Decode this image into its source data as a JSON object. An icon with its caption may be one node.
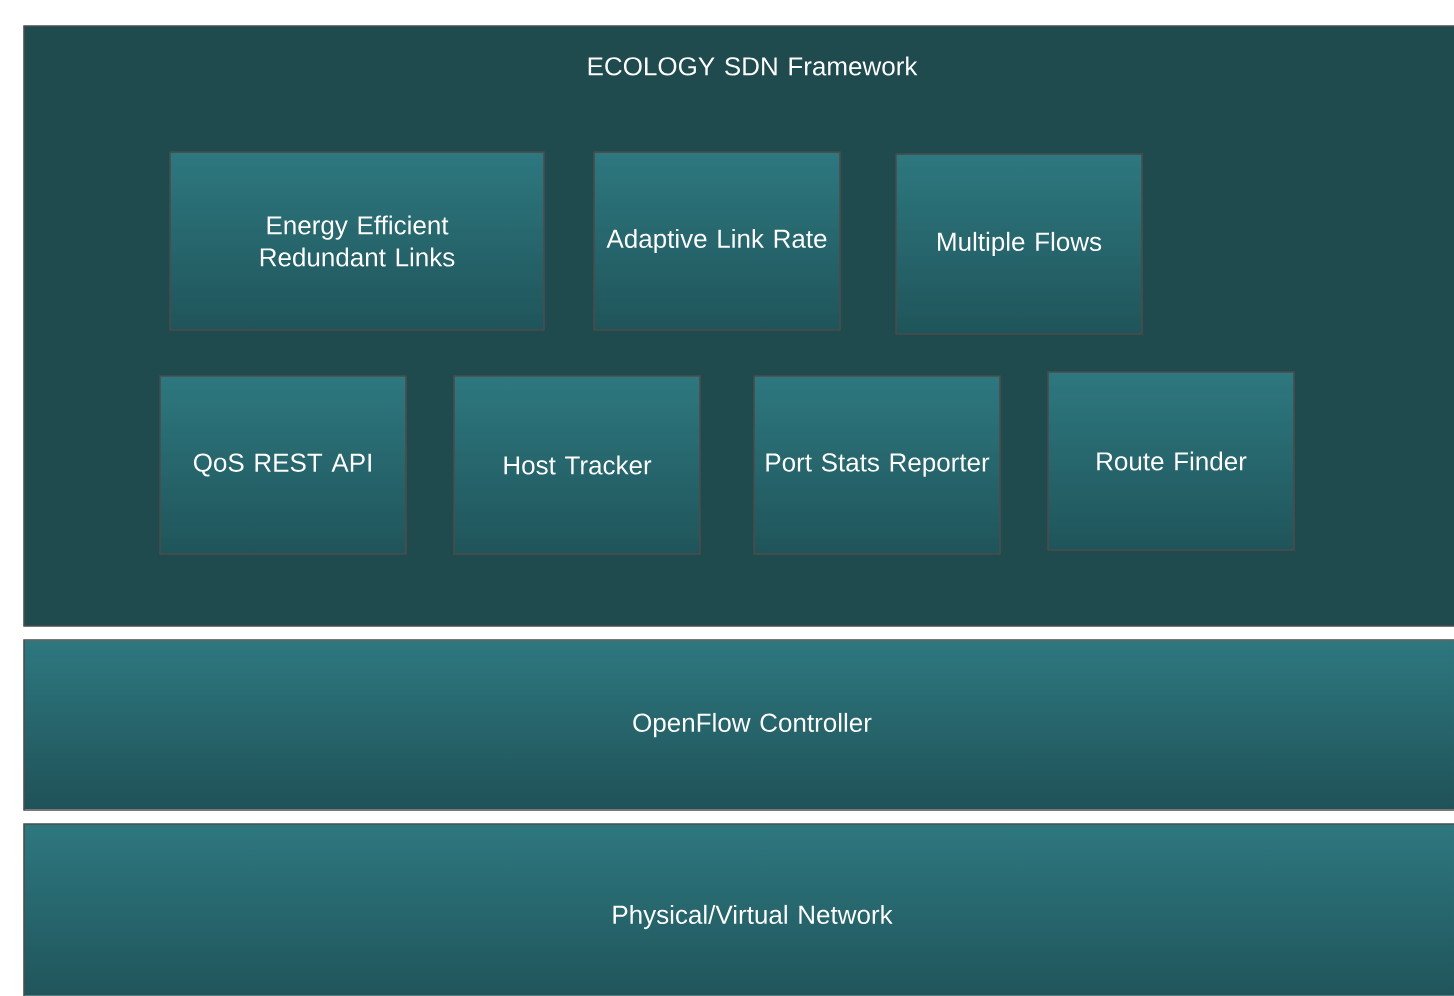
{
  "diagram": {
    "nodes": [
      {
        "text": [
          "ECOLOGY SDN Framework"
        ]
      },
      {
        "text": [
          "Energy Efficient Redundant Links"
        ],
        "in": 0
      },
      {
        "text": [
          "Adaptive Link Rate"
        ],
        "in": 0
      },
      {
        "text": [
          "Multiple Flows"
        ],
        "in": 0
      },
      {
        "text": [
          "QoS REST API"
        ],
        "in": 0
      },
      {
        "text": [
          "Host Tracker"
        ],
        "in": 0
      },
      {
        "text": [
          "Port Stats Reporter"
        ],
        "in": 0
      },
      {
        "text": [
          "Route Finder"
        ],
        "in": 0
      },
      {
        "text": [
          "OpenFlow Controller"
        ]
      },
      {
        "text": [
          "Physical/Virtual Network"
        ]
      }
    ]
  }
}
